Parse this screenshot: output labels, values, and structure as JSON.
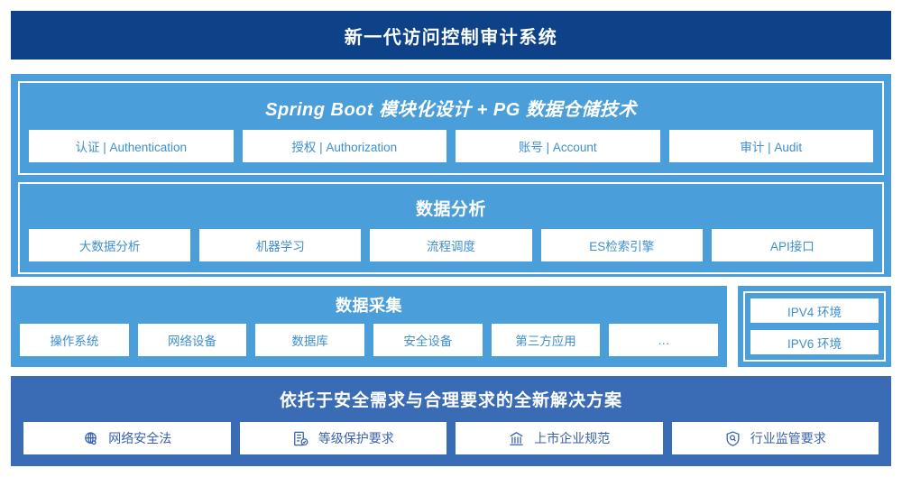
{
  "header": {
    "title": "新一代访问控制审计系统"
  },
  "platform": {
    "spring": {
      "title": "Spring Boot 模块化设计 + PG 数据仓储技术",
      "chips": [
        "认证 | Authentication",
        "授权 | Authorization",
        "账号 | Account",
        "审计 | Audit"
      ]
    },
    "analysis": {
      "title": "数据分析",
      "chips": [
        "大数据分析",
        "机器学习",
        "流程调度",
        "ES检索引擎",
        "API接口"
      ]
    }
  },
  "collection": {
    "title": "数据采集",
    "chips": [
      "操作系统",
      "网络设备",
      "数据库",
      "安全设备",
      "第三方应用",
      "…"
    ],
    "environments": [
      "IPV4 环境",
      "IPV6 环境"
    ]
  },
  "solution": {
    "title": "依托于安全需求与合理要求的全新解决方案",
    "items": [
      {
        "label": "网络安全法",
        "icon": "globe-icon"
      },
      {
        "label": "等级保护要求",
        "icon": "document-check-icon"
      },
      {
        "label": "上市企业规范",
        "icon": "bank-icon"
      },
      {
        "label": "行业监管要求",
        "icon": "shield-search-icon"
      }
    ]
  },
  "colors": {
    "header_navy": "#0d4289",
    "panel_light_blue": "#4a9fda",
    "solution_blue": "#3a6cb5",
    "chip_text_blue": "#3e8fce",
    "solution_text_blue": "#3a62a8"
  }
}
